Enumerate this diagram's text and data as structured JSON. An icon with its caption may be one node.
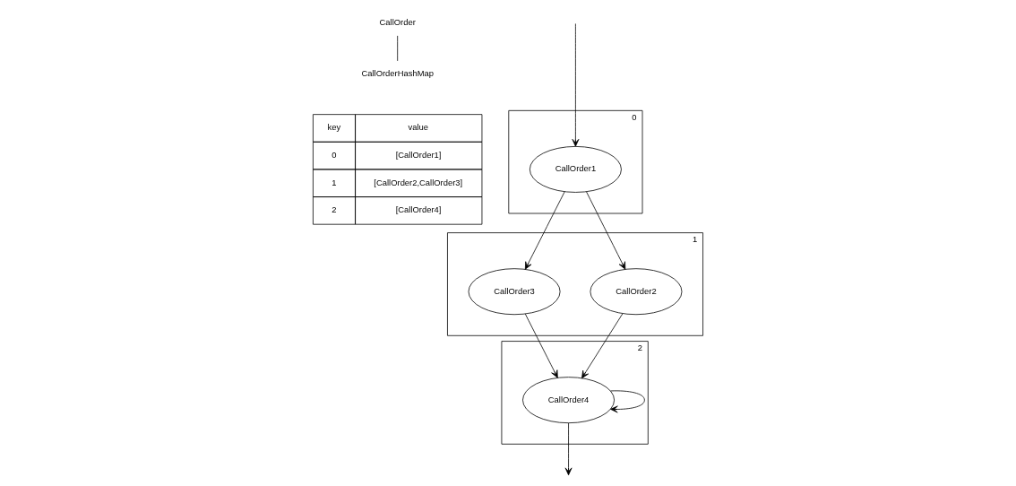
{
  "diagram": {
    "nodes": [
      {
        "text": [
          "CallOrder"
        ]
      },
      {
        "text": [
          "CallOrderHashMap"
        ]
      },
      {
        "text": [
          "0"
        ]
      },
      {
        "text": [
          "CallOrder1"
        ],
        "in": 2
      },
      {
        "text": [
          "1"
        ]
      },
      {
        "text": [
          "CallOrder2"
        ],
        "in": 4
      },
      {
        "text": [
          "CallOrder3"
        ],
        "in": 4
      },
      {
        "text": [
          "2"
        ]
      },
      {
        "text": [
          "CallOrder4"
        ],
        "in": 7
      }
    ],
    "edges": [
      {
        "from": 0,
        "to": 1,
        "arrow": "none"
      },
      {
        "from": null,
        "to": 3,
        "arrow": "to"
      },
      {
        "from": 3,
        "to": 5,
        "arrow": "to"
      },
      {
        "from": 3,
        "to": 6,
        "arrow": "to"
      },
      {
        "from": 5,
        "to": 8,
        "arrow": "to"
      },
      {
        "from": 6,
        "to": 8,
        "arrow": "to"
      },
      {
        "from": 8,
        "to": 8,
        "arrow": "to"
      },
      {
        "from": 8,
        "to": null,
        "arrow": "to"
      }
    ],
    "labels": [
      "key",
      "value",
      "0",
      "[CallOrder1]",
      "1",
      "[CallOrder2,CallOrder3]",
      "2",
      "[CallOrder4]"
    ]
  }
}
